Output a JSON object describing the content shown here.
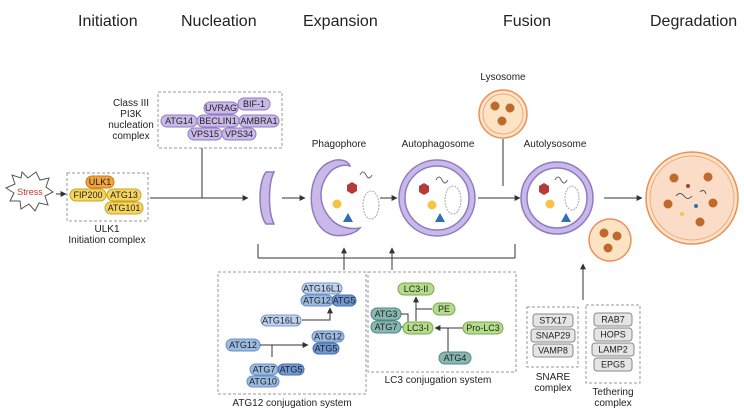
{
  "stages": {
    "initiation": "Initiation",
    "nucleation": "Nucleation",
    "expansion": "Expansion",
    "fusion": "Fusion",
    "degradation": "Degradation"
  },
  "labels": {
    "stress": "Stress",
    "ulk1_complex": [
      "ULK1",
      "Initiation complex"
    ],
    "pi3k_complex": [
      "Class III",
      "PI3K",
      "nucleation",
      "complex"
    ],
    "phagophore": "Phagophore",
    "autophagosome": "Autophagosome",
    "lysosome": "Lysosome",
    "autolysosome": "Autolysosome",
    "atg12_system": "ATG12 conjugation system",
    "lc3_system": "LC3 conjugation system",
    "snare_complex": [
      "SNARE",
      "complex"
    ],
    "tethering_complex": [
      "Tethering",
      "complex"
    ]
  },
  "ulk1": [
    "ULK1",
    "FIP200",
    "ATG13",
    "ATG101"
  ],
  "pi3k": [
    "UVRAG",
    "BIF-1",
    "ATG14",
    "BECLIN1",
    "AMBRA1",
    "VPS15",
    "VPS34"
  ],
  "atg12": [
    "ATG16L1",
    "ATG12",
    "ATG5",
    "ATG16L1",
    "ATG12",
    "ATG5",
    "ATG12",
    "ATG7",
    "ATG5",
    "ATG10"
  ],
  "lc3": [
    "LC3-II",
    "PE",
    "ATG3",
    "ATG7",
    "LC3-I",
    "Pro-LC3",
    "ATG4"
  ],
  "snare": [
    "STX17",
    "SNAP29",
    "VAMP8"
  ],
  "tethering": [
    "RAB7",
    "HOPS",
    "LAMP2",
    "EPG5"
  ],
  "colors": {
    "purple_fill": "#c9b8e8",
    "purple_stroke": "#8e7cc3",
    "yellow": "#f6d55c",
    "orange": "#f3a23c",
    "lysosome_fill": "#fbe3c4",
    "lysosome_stroke": "#ec8f5a",
    "blue": "#9bbbe3",
    "teal": "#87b7b0",
    "green": "#b5dc8c",
    "grey": "#e5e5e5"
  }
}
